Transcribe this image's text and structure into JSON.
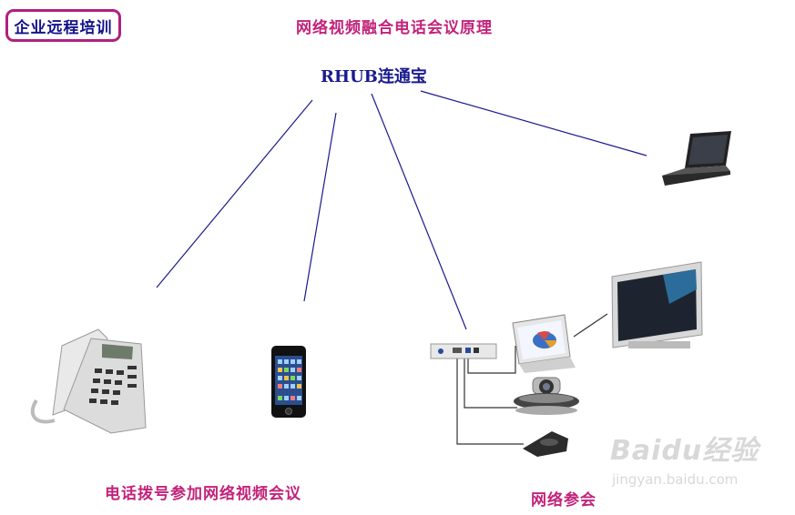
{
  "badge": {
    "label": "企业远程培训"
  },
  "header": {
    "title": "网络视频融合电话会议原理"
  },
  "hub": {
    "label": "RHUB连通宝"
  },
  "captions": {
    "phone_dial": "电话拨号参加网络视频会议",
    "network_join": "网络参会"
  },
  "watermark": {
    "brand": "Baidu经验",
    "url": "jingyan.baidu.com"
  },
  "colors": {
    "line": "#1a1a8e",
    "caption": "#c2237a",
    "badge_border": "#b0207d"
  }
}
